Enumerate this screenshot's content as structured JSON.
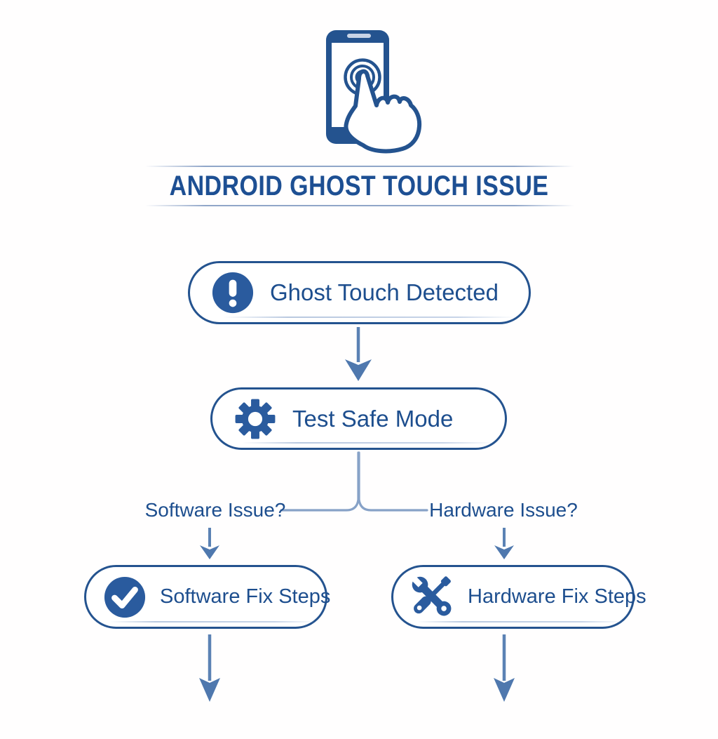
{
  "title": "ANDROID GHOST TOUCH ISSUE",
  "hero": {
    "icon": "phone-touch-icon"
  },
  "flow": {
    "detect": {
      "label": "Ghost Touch Detected",
      "icon": "alert-icon"
    },
    "safe_mode": {
      "label": "Test Safe Mode",
      "icon": "gear-icon"
    },
    "branch_left": {
      "label": "Software Issue?"
    },
    "branch_right": {
      "label": "Hardware Issue?"
    },
    "software": {
      "label": "Software Fix Steps",
      "icon": "check-icon"
    },
    "hardware": {
      "label": "Hardware Fix Steps",
      "icon": "tools-icon"
    }
  },
  "colors": {
    "navy_border": "#24538f",
    "icon_fill": "#2a5b9e",
    "text_blue": "#1d4e8e",
    "title_blue": "#1d4f93",
    "arrow_blue": "#5b82b4",
    "arrowhead_blue": "#4f78ae",
    "connector_blue": "#87a2c7",
    "background": "#ffffff"
  }
}
